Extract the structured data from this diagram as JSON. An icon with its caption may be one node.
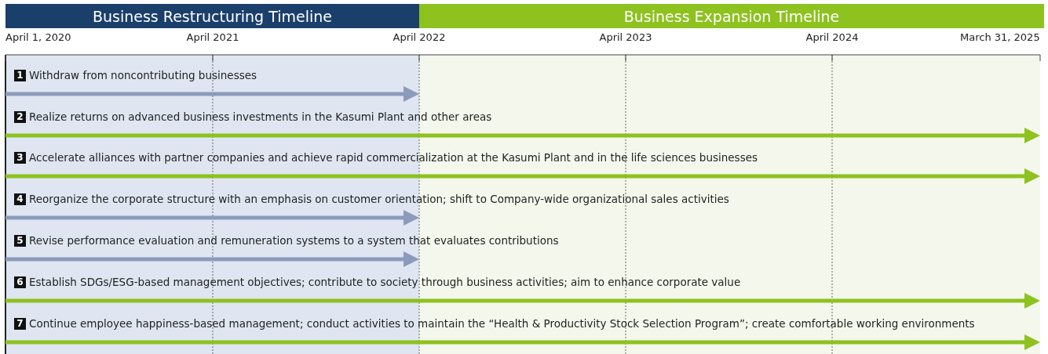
{
  "diagram": {
    "nodes": [
      {
        "text": [
          "Business Restructuring Timeline"
        ]
      },
      {
        "text": [
          "Business Expansion Timeline"
        ]
      },
      {
        "text": [
          "1",
          "Withdraw from noncontributing businesses"
        ]
      },
      {
        "text": [
          "2",
          "Realize returns on advanced business investments in the Kasumi Plant and other areas"
        ]
      },
      {
        "text": [
          "3",
          "Accelerate alliances with partner companies and achieve rapid commercialization at the Kasumi Plant and in the life sciences businesses"
        ]
      },
      {
        "text": [
          "4",
          "Reorganize the corporate structure with an emphasis on customer orientation; shift to Company-wide organizational sales activities"
        ]
      },
      {
        "text": [
          "5",
          "Revise performance evaluation and remuneration systems to a system that evaluates contributions"
        ]
      },
      {
        "text": [
          "6",
          "Establish SDGs/ESG-based management objectives; contribute to society through business activities; aim to enhance corporate value"
        ]
      },
      {
        "text": [
          "7",
          "Continue employee happiness-based management; conduct activities to maintain the “Health & Productivity Stock Selection Program”; create comfortable working environments"
        ]
      }
    ],
    "labels": [
      "April 1, 2020",
      "April 2021",
      "April 2022",
      "April 2023",
      "April 2024",
      "March 31, 2025"
    ]
  }
}
